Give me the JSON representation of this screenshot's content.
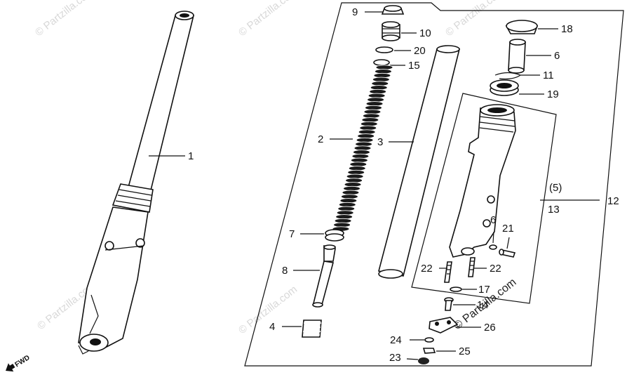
{
  "watermark": {
    "text": "© Partzilla.com"
  },
  "direction_marker": {
    "label": "FWD",
    "icon": "arrow-icon"
  },
  "assembled_fork": {
    "callout": "1"
  },
  "exploded_parts": [
    {
      "id": "p9",
      "callout": "9"
    },
    {
      "id": "p10",
      "callout": "10"
    },
    {
      "id": "p20",
      "callout": "20"
    },
    {
      "id": "p15",
      "callout": "15"
    },
    {
      "id": "p2",
      "callout": "2"
    },
    {
      "id": "p3",
      "callout": "3"
    },
    {
      "id": "p7",
      "callout": "7"
    },
    {
      "id": "p8",
      "callout": "8"
    },
    {
      "id": "p4",
      "callout": "4"
    },
    {
      "id": "p18",
      "callout": "18"
    },
    {
      "id": "p6a",
      "callout": "6"
    },
    {
      "id": "p11",
      "callout": "11"
    },
    {
      "id": "p19",
      "callout": "19"
    },
    {
      "id": "p5",
      "callout": "(5)"
    },
    {
      "id": "p13",
      "callout": "13"
    },
    {
      "id": "p12",
      "callout": "12"
    },
    {
      "id": "p6b",
      "callout": "6"
    },
    {
      "id": "p21",
      "callout": "21"
    },
    {
      "id": "p22a",
      "callout": "22"
    },
    {
      "id": "p22b",
      "callout": "22"
    },
    {
      "id": "p17",
      "callout": "17"
    },
    {
      "id": "p14",
      "callout": "14"
    },
    {
      "id": "p26",
      "callout": "26"
    },
    {
      "id": "p24",
      "callout": "24"
    },
    {
      "id": "p25",
      "callout": "25"
    },
    {
      "id": "p23",
      "callout": "23"
    }
  ]
}
